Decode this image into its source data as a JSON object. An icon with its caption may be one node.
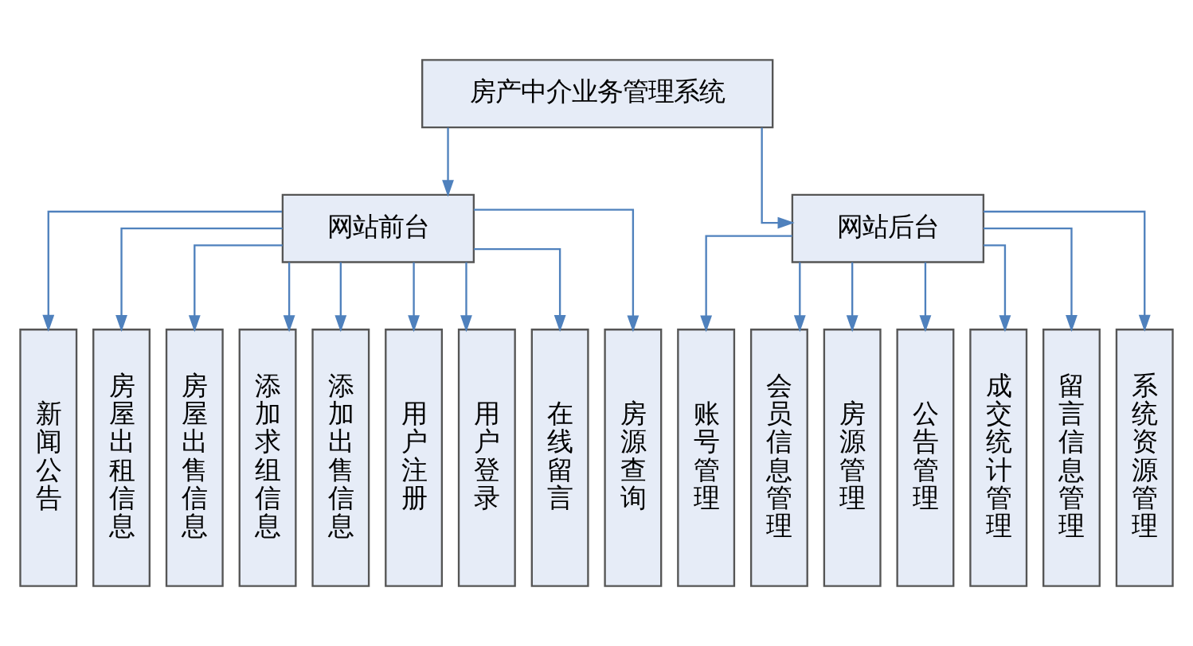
{
  "diagram": {
    "nodes": [
      {
        "text": [
          "房产中介业务管理系统"
        ]
      },
      {
        "text": [
          "网站前台"
        ]
      },
      {
        "text": [
          "网站后台"
        ]
      },
      {
        "text": [
          "新闻公告"
        ]
      },
      {
        "text": [
          "房屋出租信息"
        ]
      },
      {
        "text": [
          "房屋出售信息"
        ]
      },
      {
        "text": [
          "添加求组信息"
        ]
      },
      {
        "text": [
          "添加出售信息"
        ]
      },
      {
        "text": [
          "用户注册"
        ]
      },
      {
        "text": [
          "用户登录"
        ]
      },
      {
        "text": [
          "在线留言"
        ]
      },
      {
        "text": [
          "房源查询"
        ]
      },
      {
        "text": [
          "账号管理"
        ]
      },
      {
        "text": [
          "会员信息管理"
        ]
      },
      {
        "text": [
          "房源管理"
        ]
      },
      {
        "text": [
          "公告管理"
        ]
      },
      {
        "text": [
          "成交统计管理"
        ]
      },
      {
        "text": [
          "留言信息管理"
        ]
      },
      {
        "text": [
          "系统资源管理"
        ]
      }
    ],
    "edges": [
      {
        "from": 0,
        "to": 1,
        "arrow": "to"
      },
      {
        "from": 0,
        "to": 2,
        "arrow": "to"
      },
      {
        "from": 1,
        "to": 3,
        "arrow": "to"
      },
      {
        "from": 1,
        "to": 4,
        "arrow": "to"
      },
      {
        "from": 1,
        "to": 5,
        "arrow": "to"
      },
      {
        "from": 1,
        "to": 6,
        "arrow": "to"
      },
      {
        "from": 1,
        "to": 7,
        "arrow": "to"
      },
      {
        "from": 1,
        "to": 8,
        "arrow": "to"
      },
      {
        "from": 1,
        "to": 9,
        "arrow": "to"
      },
      {
        "from": 1,
        "to": 10,
        "arrow": "to"
      },
      {
        "from": 1,
        "to": 11,
        "arrow": "to"
      },
      {
        "from": 2,
        "to": 12,
        "arrow": "to"
      },
      {
        "from": 2,
        "to": 13,
        "arrow": "to"
      },
      {
        "from": 2,
        "to": 14,
        "arrow": "to"
      },
      {
        "from": 2,
        "to": 15,
        "arrow": "to"
      },
      {
        "from": 2,
        "to": 16,
        "arrow": "to"
      },
      {
        "from": 2,
        "to": 17,
        "arrow": "to"
      },
      {
        "from": 2,
        "to": 18,
        "arrow": "to"
      }
    ]
  }
}
